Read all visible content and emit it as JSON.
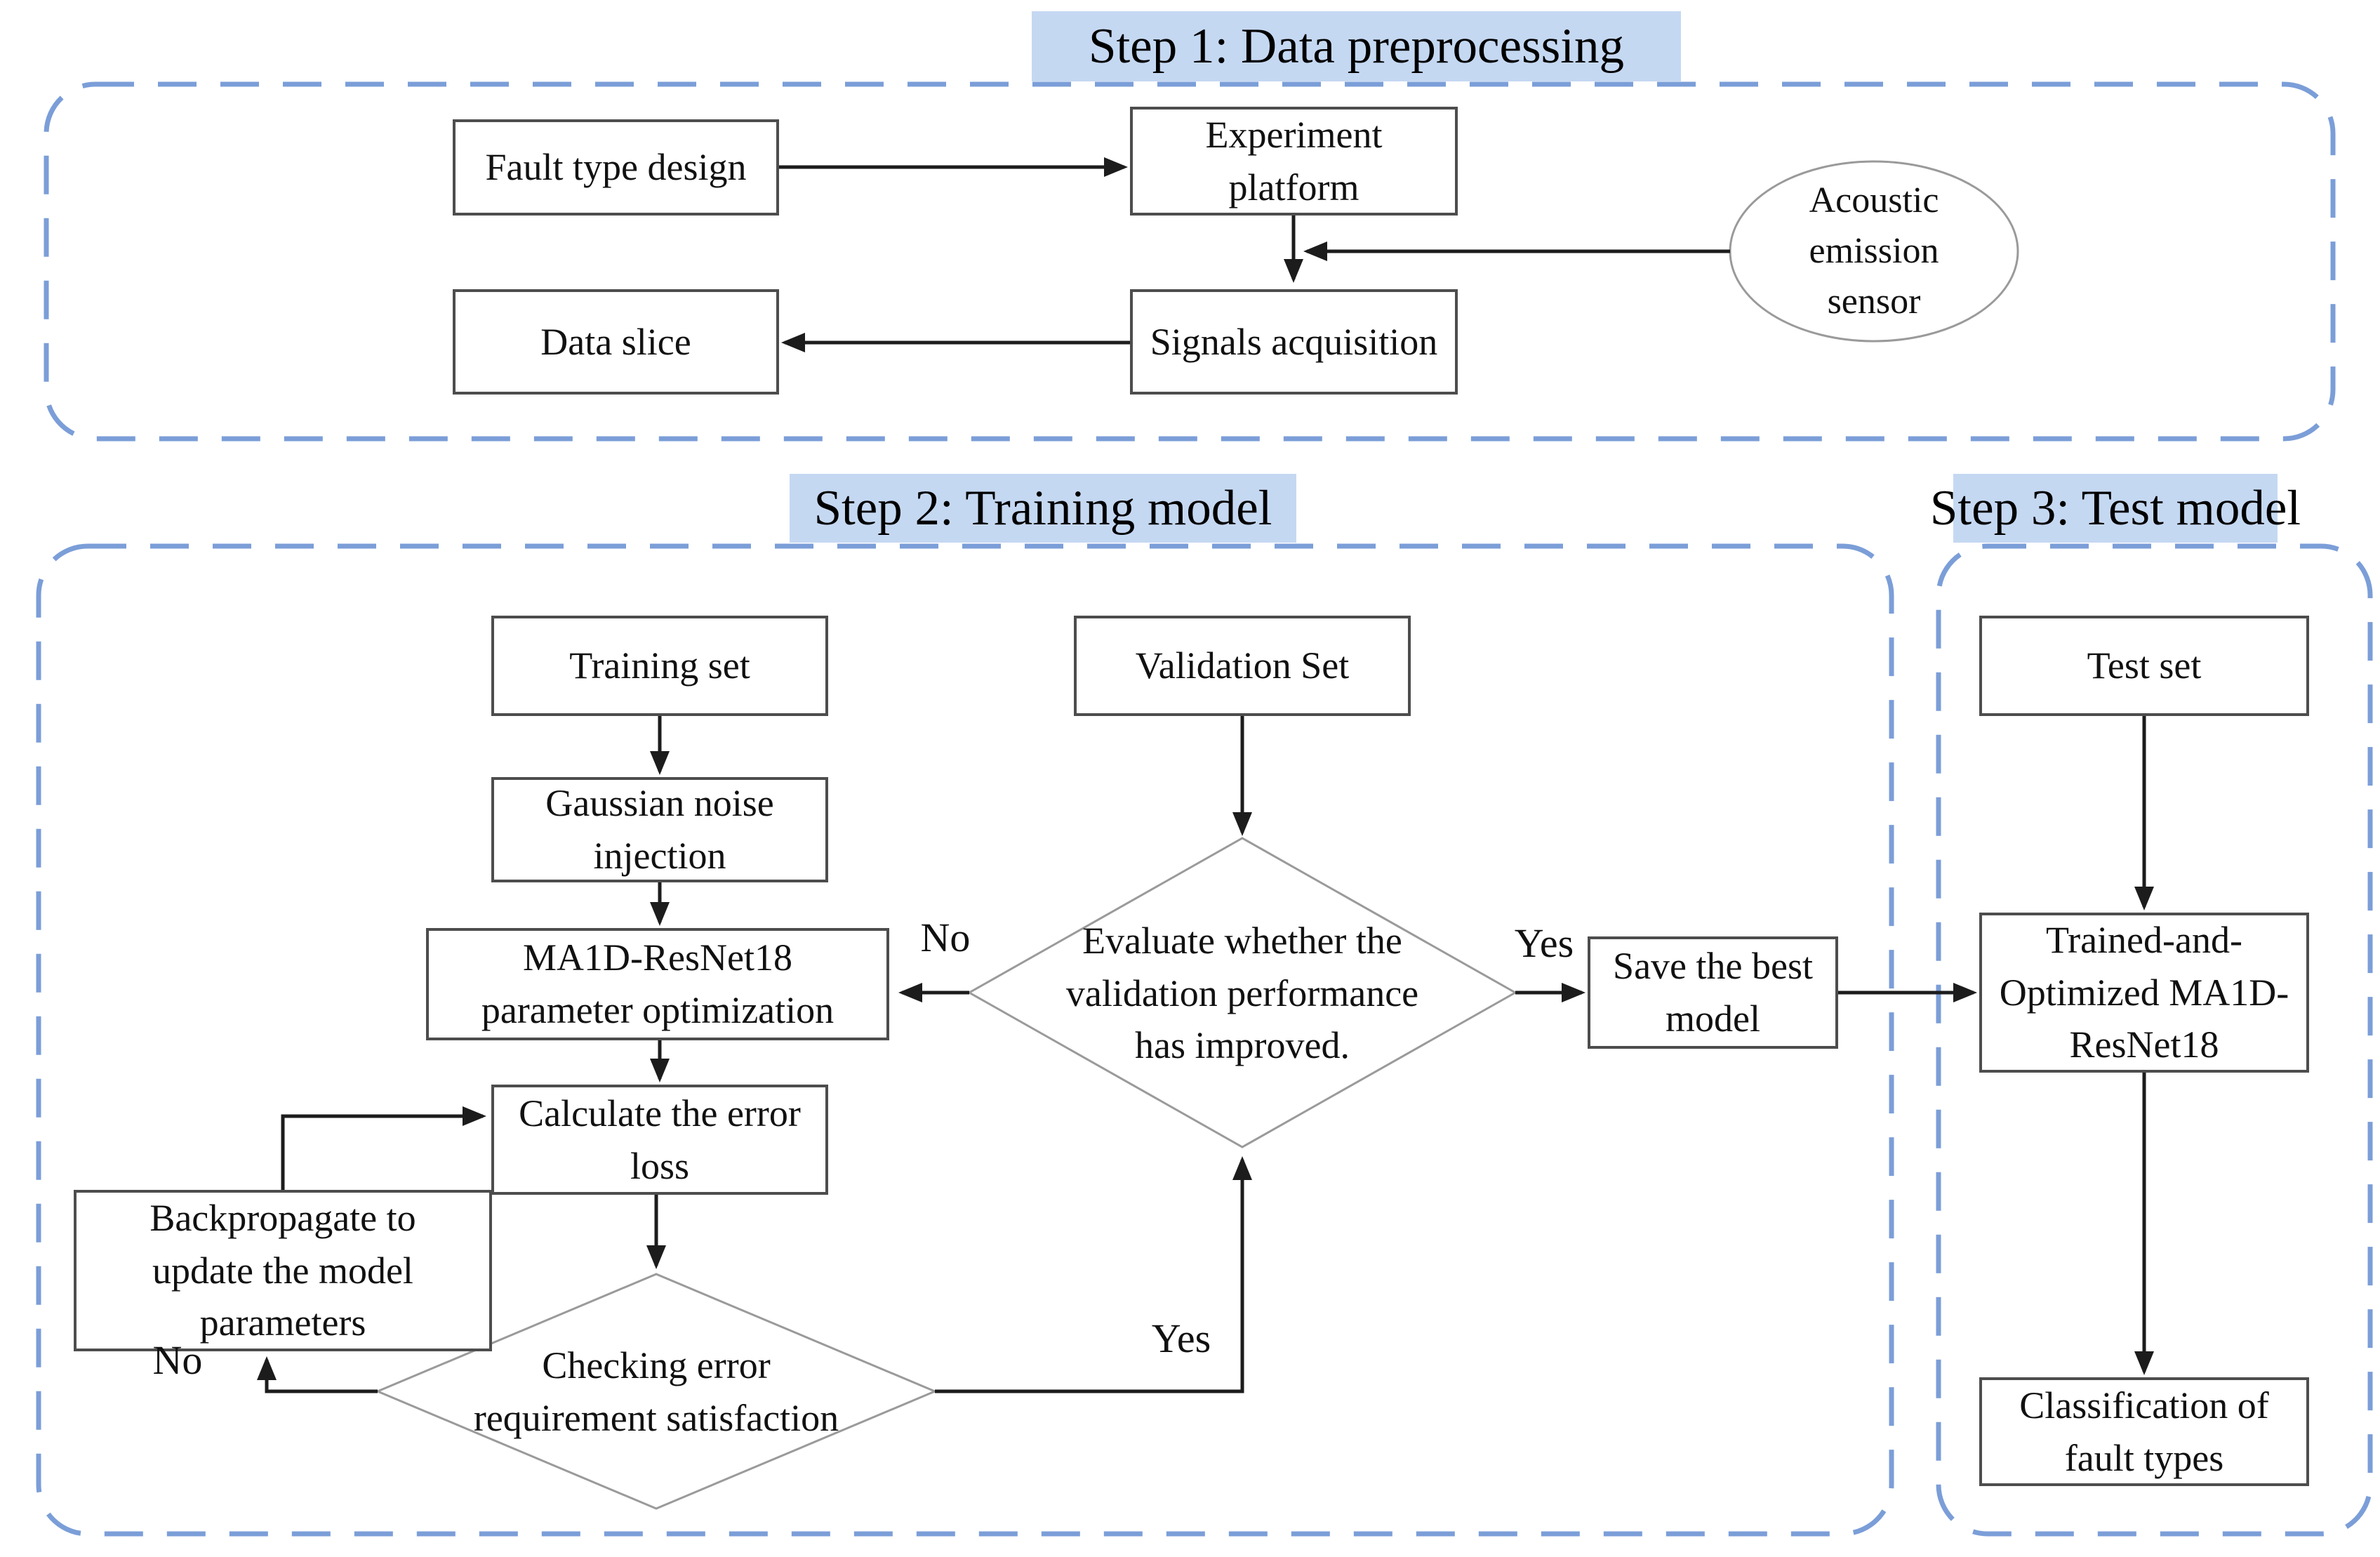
{
  "figure": {
    "steps": [
      {
        "id": "step1",
        "title": "Step 1: Data preprocessing"
      },
      {
        "id": "step2",
        "title": "Step 2: Training model"
      },
      {
        "id": "step3",
        "title": "Step 3: Test model"
      }
    ],
    "nodes": {
      "fault_type_design": {
        "label": "Fault type design",
        "shape": "rect",
        "step": 1
      },
      "experiment_platform": {
        "label": "Experiment\nplatform",
        "shape": "rect",
        "step": 1
      },
      "acoustic_sensor": {
        "label": "Acoustic\nemission\nsensor",
        "shape": "ellipse",
        "step": 1
      },
      "signals_acquisition": {
        "label": "Signals acquisition",
        "shape": "rect",
        "step": 1
      },
      "data_slice": {
        "label": "Data slice",
        "shape": "rect",
        "step": 1
      },
      "training_set": {
        "label": "Training set",
        "shape": "rect",
        "step": 2
      },
      "validation_set": {
        "label": "Validation Set",
        "shape": "rect",
        "step": 2
      },
      "gaussian_noise": {
        "label": "Gaussian noise\ninjection",
        "shape": "rect",
        "step": 2
      },
      "ma1d_resnet18": {
        "label": "MA1D-ResNet18\nparameter optimization",
        "shape": "rect",
        "step": 2
      },
      "evaluate_diamond": {
        "label": "Evaluate whether the\nvalidation performance\nhas improved.",
        "shape": "diamond",
        "step": 2
      },
      "save_best_model": {
        "label": "Save the best\nmodel",
        "shape": "rect",
        "step": 2
      },
      "calculate_error": {
        "label": "Calculate the error\nloss",
        "shape": "rect",
        "step": 2
      },
      "backpropagate": {
        "label": "Backpropagate to\nupdate the model\nparameters",
        "shape": "rect",
        "step": 2
      },
      "checking_diamond": {
        "label": "Checking error\nrequirement satisfaction",
        "shape": "diamond",
        "step": 2
      },
      "test_set": {
        "label": "Test set",
        "shape": "rect",
        "step": 3
      },
      "trained_model": {
        "label": "Trained-and-\nOptimized MA1D-\nResNet18",
        "shape": "rect",
        "step": 3
      },
      "classification": {
        "label": "Classification of\nfault types",
        "shape": "rect",
        "step": 3
      }
    },
    "edges": [
      {
        "from": "fault_type_design",
        "to": "experiment_platform",
        "label": ""
      },
      {
        "from": "experiment_platform",
        "to": "signals_acquisition",
        "label": ""
      },
      {
        "from": "acoustic_sensor",
        "to": "signals_acquisition",
        "label": ""
      },
      {
        "from": "signals_acquisition",
        "to": "data_slice",
        "label": ""
      },
      {
        "from": "training_set",
        "to": "gaussian_noise",
        "label": ""
      },
      {
        "from": "gaussian_noise",
        "to": "ma1d_resnet18",
        "label": ""
      },
      {
        "from": "ma1d_resnet18",
        "to": "calculate_error",
        "label": ""
      },
      {
        "from": "calculate_error",
        "to": "checking_diamond",
        "label": ""
      },
      {
        "from": "checking_diamond",
        "to": "backpropagate",
        "label": "No"
      },
      {
        "from": "backpropagate",
        "to": "calculate_error",
        "label": ""
      },
      {
        "from": "checking_diamond",
        "to": "evaluate_diamond",
        "label": "Yes"
      },
      {
        "from": "validation_set",
        "to": "evaluate_diamond",
        "label": ""
      },
      {
        "from": "evaluate_diamond",
        "to": "ma1d_resnet18",
        "label": "No"
      },
      {
        "from": "evaluate_diamond",
        "to": "save_best_model",
        "label": "Yes"
      },
      {
        "from": "save_best_model",
        "to": "trained_model",
        "label": ""
      },
      {
        "from": "test_set",
        "to": "trained_model",
        "label": ""
      },
      {
        "from": "trained_model",
        "to": "classification",
        "label": ""
      }
    ],
    "colors": {
      "panel_dashed_border": "#7b9ed8",
      "title_highlight": "#c5d8f2",
      "box_border": "#4d4d4d",
      "arrow": "#1c1c1c",
      "shape_outline": "#9a9a9a",
      "background": "#ffffff",
      "text": "#111111"
    }
  }
}
